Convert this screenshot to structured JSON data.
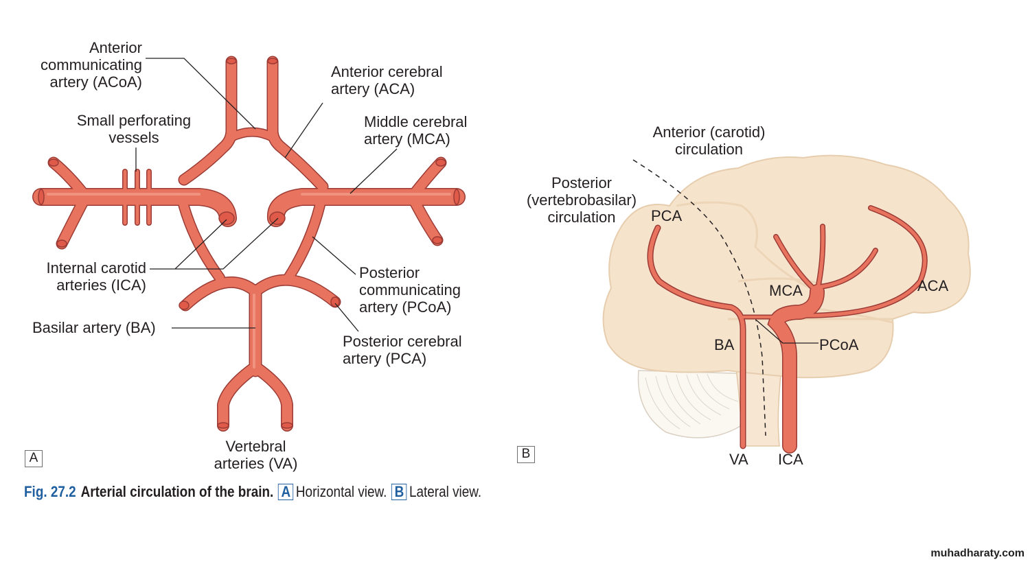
{
  "figure": {
    "caption": {
      "fig_number": "Fig. 27.2",
      "title": "Arterial circulation of the brain.",
      "panel_a_letter": "A",
      "panel_a_desc": "Horizontal view.",
      "panel_b_letter": "B",
      "panel_b_desc": "Lateral view."
    },
    "colors": {
      "artery_fill": "#e8735e",
      "artery_outline": "#9b3b35",
      "brain_fill": "#f6e3cc",
      "brain_outline": "#e2c7a6",
      "caption_accent": "#1f5fa0"
    }
  },
  "panel_a": {
    "letter": "A",
    "labels": {
      "acoa": "Anterior\ncommunicating\nartery (ACoA)",
      "perforating": "Small perforating\nvessels",
      "aca": "Anterior cerebral\nartery (ACA)",
      "mca": "Middle cerebral\nartery (MCA)",
      "ica": "Internal carotid\narteries (ICA)",
      "pcoa": "Posterior\ncommunicating\nartery (PCoA)",
      "ba": "Basilar artery (BA)",
      "pca": "Posterior cerebral\nartery (PCA)",
      "va": "Vertebral\narteries (VA)"
    }
  },
  "panel_b": {
    "letter": "B",
    "labels": {
      "anterior_circ": "Anterior (carotid)\ncirculation",
      "posterior_circ": "Posterior\n(vertebrobasilar)\ncirculation",
      "pca": "PCA",
      "mca": "MCA",
      "aca": "ACA",
      "ba": "BA",
      "pcoa": "PCoA",
      "va": "VA",
      "ica": "ICA"
    }
  },
  "watermark": "muhadharaty.com"
}
